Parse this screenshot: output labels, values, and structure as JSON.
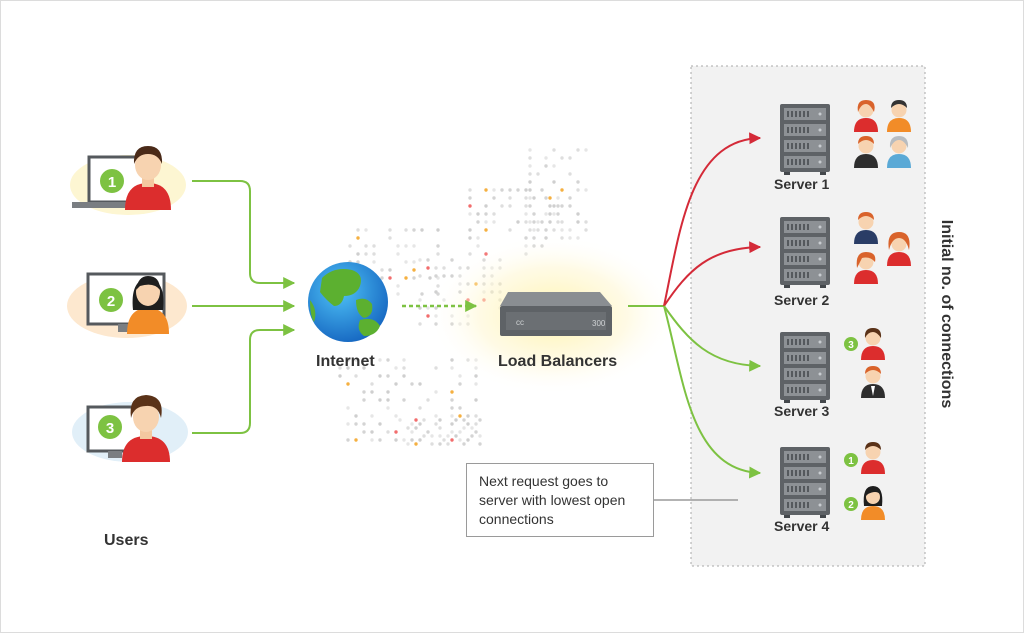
{
  "users": {
    "label": "Users",
    "items": [
      {
        "badge": "1"
      },
      {
        "badge": "2"
      },
      {
        "badge": "3"
      }
    ]
  },
  "internet": {
    "label": "Internet",
    "icon": "globe-icon"
  },
  "load_balancer": {
    "label": "Load Balancers",
    "device_text": "300"
  },
  "servers": [
    {
      "label": "Server 1",
      "connections": 4
    },
    {
      "label": "Server 2",
      "connections": 3
    },
    {
      "label": "Server 3",
      "connections": 2,
      "badge": "3"
    },
    {
      "label": "Server 4",
      "connections": 2,
      "badges": [
        "1",
        "2"
      ]
    }
  ],
  "note": {
    "lines": [
      "Next request goes to",
      "server with lowest open",
      "connections"
    ]
  },
  "side_label": "Initial no. of connections",
  "colors": {
    "active_arrow": "#d42a38",
    "normal_arrow": "#7dc242",
    "badge": "#7dc242",
    "server_body": "#5e6266",
    "panel_bg": "#f2f2f2",
    "text": "#333333"
  }
}
